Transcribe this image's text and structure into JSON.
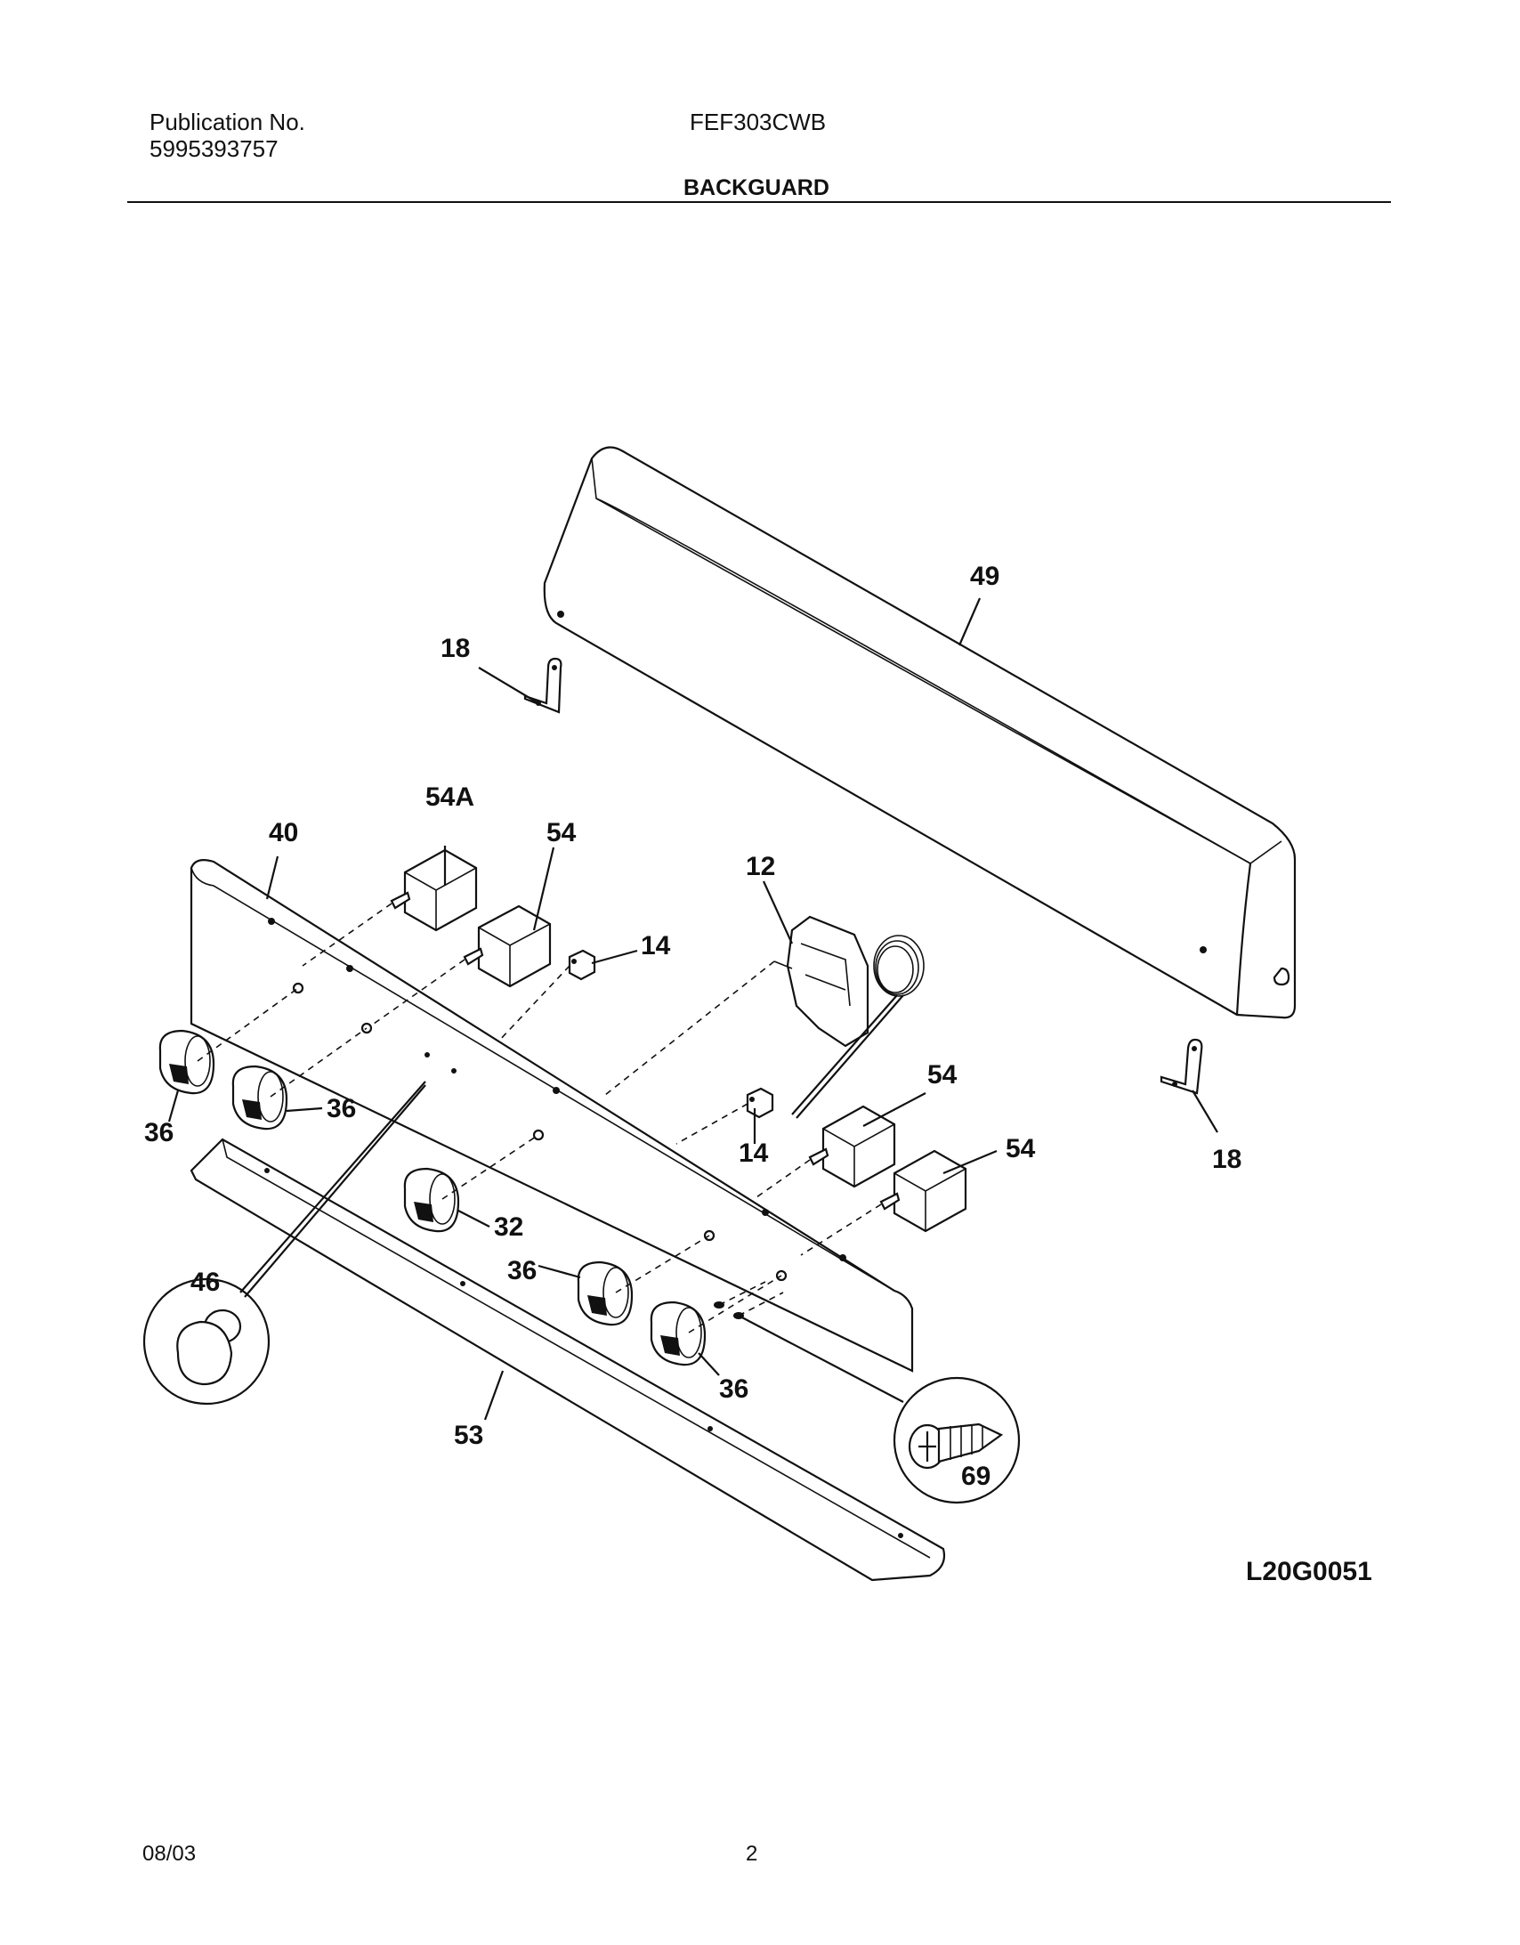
{
  "header": {
    "publication_label": "Publication No.",
    "publication_number": "5995393757",
    "model": "FEF303CWB",
    "section_title": "BACKGUARD"
  },
  "diagram": {
    "code": "L20G0051",
    "callouts": {
      "backguard": "49",
      "bracket_left": "18",
      "bracket_right": "18",
      "switch_54a": "54A",
      "switch_54_top": "54",
      "control_panel": "40",
      "thermostat": "12",
      "switch_14_top": "14",
      "switch_14_bottom": "14",
      "switch_54_mid": "54",
      "switch_54_right": "54",
      "knob_36_a": "36",
      "knob_36_b": "36",
      "knob_32": "32",
      "knob_36_c": "36",
      "knob_36_d": "36",
      "knob_46": "46",
      "trim_53": "53",
      "screw_69": "69"
    }
  },
  "footer": {
    "date": "08/03",
    "page": "2"
  }
}
